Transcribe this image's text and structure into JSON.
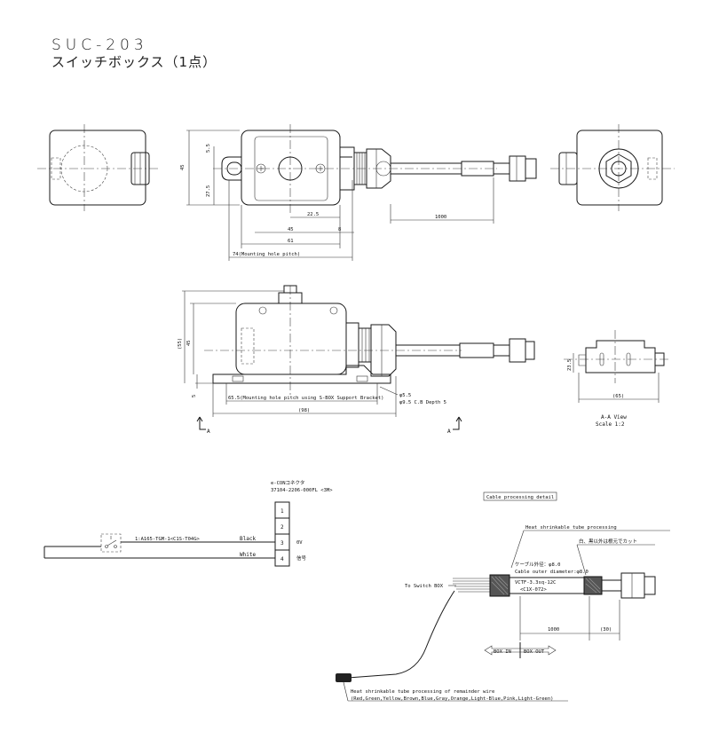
{
  "title": {
    "model": "SUC-203",
    "name": "スイッチボックス（1点）"
  },
  "front_view": {
    "dims": {
      "d45h": "45",
      "d55": "5.5",
      "d275": "27.5",
      "d225": "22.5",
      "d45": "45",
      "d8": "8",
      "d61": "61",
      "d74": "74(Mounting hole pitch)",
      "d1000": "1000"
    }
  },
  "side_view": {
    "dims": {
      "d55p": "(55)",
      "d45": "45",
      "d5": "5",
      "d655": "65.5(Mounting hole pitch using S-BOX Support Bracket)",
      "d98": "(98)",
      "hole1": "φ5.5",
      "hole2": "φ9.5 C.B Depth 5"
    },
    "section_marks": {
      "left": "A",
      "right": "A"
    }
  },
  "aa_view": {
    "d235": "23.5",
    "d65": "(65)",
    "label": "A-A View",
    "scale": "Scale 1:2"
  },
  "wiring": {
    "connector_jp": "e-CONコネクタ",
    "connector_part": "37104-2206-000FL <3M>",
    "switch_label": "1:A165-TGM-1<C1S-T04G>",
    "pins": [
      "1",
      "2",
      "3",
      "4"
    ],
    "wire_black": "Black",
    "wire_white": "White",
    "pin3_label": "0V",
    "pin4_label": "信号"
  },
  "cable_detail": {
    "heading": "Cable processing detail",
    "heat_shrink": "Heat shrinkable tube processing",
    "cut_note": "白、黒以外は根元でカット",
    "outer_dia_jp": "ケーブル外径：φ8.0",
    "outer_dia_en": "Cable outer diameter:φ8.0",
    "cable_spec": "VCTF-3.3sq-12C",
    "cable_code": "<C1X-072>",
    "to_switch": "To Switch BOX",
    "d1000": "1000",
    "d30": "(30)",
    "box_in": "BOX IN",
    "box_out": "BOX OUT",
    "remainder": "Heat shrinkable tube processing of remainder wire",
    "colors": "(Red,Green,Yellow,Brown,Blue,Gray,Orange,Light-Blue,Pink,Light-Green)"
  }
}
